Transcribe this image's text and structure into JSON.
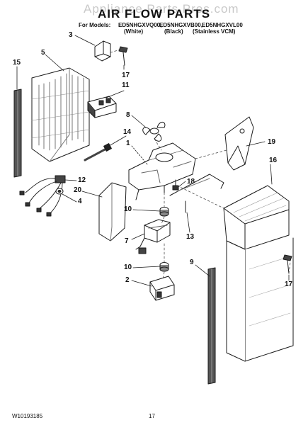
{
  "watermark": "Appliance Parts Pros.com",
  "title": "AIR FLOW PARTS",
  "models_label": "For Models:",
  "models": [
    "ED5NHGXVQ00,",
    "ED5NHGXVB00,",
    "ED5NHGXVL00"
  ],
  "variants": [
    "(White)",
    "(Black)",
    "(Stainless VCM)"
  ],
  "callouts": [
    "3",
    "5",
    "15",
    "17",
    "11",
    "8",
    "14",
    "1",
    "19",
    "16",
    "12",
    "20",
    "4",
    "18",
    "10",
    "13",
    "7",
    "10",
    "9",
    "2",
    "17"
  ],
  "footer": {
    "doc_number": "W10193185",
    "page_number": "17"
  },
  "colors": {
    "line": "#1a1a1a",
    "shade": "#555555",
    "light_shade": "#bdbdbd"
  }
}
